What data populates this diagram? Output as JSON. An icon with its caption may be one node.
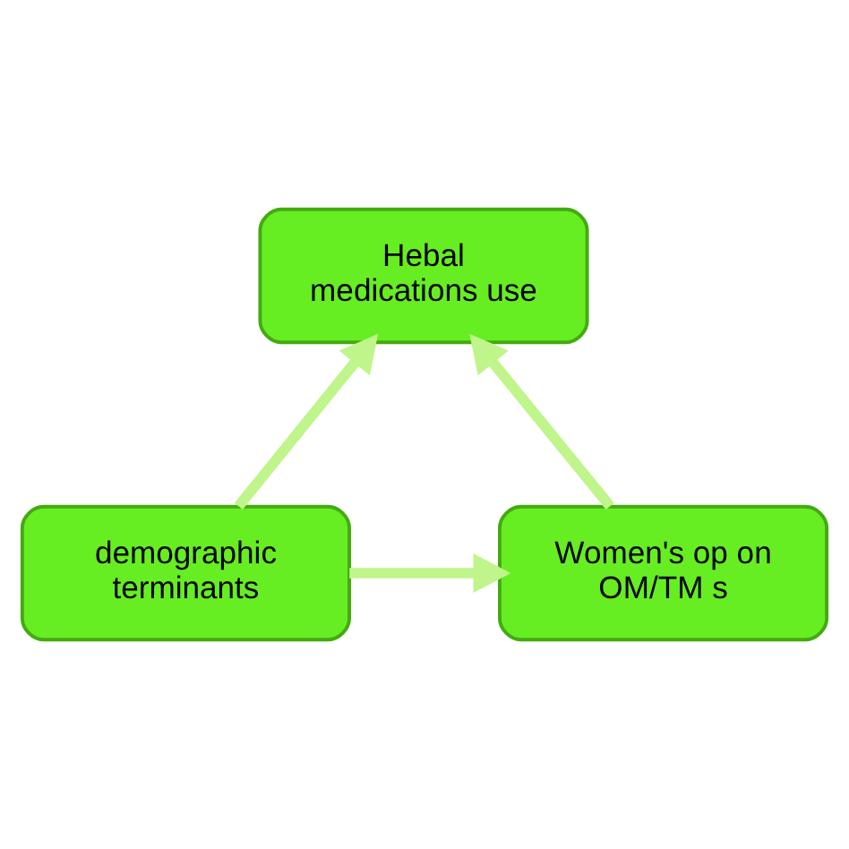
{
  "diagram": {
    "nodes": [
      {
        "text": [
          "Hebal medications use"
        ]
      },
      {
        "text": [
          "demographic terminants"
        ]
      },
      {
        "text": [
          "Women's op on OM/TM s"
        ]
      }
    ],
    "edges": [
      {
        "from": 1,
        "to": 0,
        "arrow": "to"
      },
      {
        "from": 2,
        "to": 0,
        "arrow": "to"
      },
      {
        "from": 1,
        "to": 2,
        "arrow": "to"
      }
    ]
  }
}
